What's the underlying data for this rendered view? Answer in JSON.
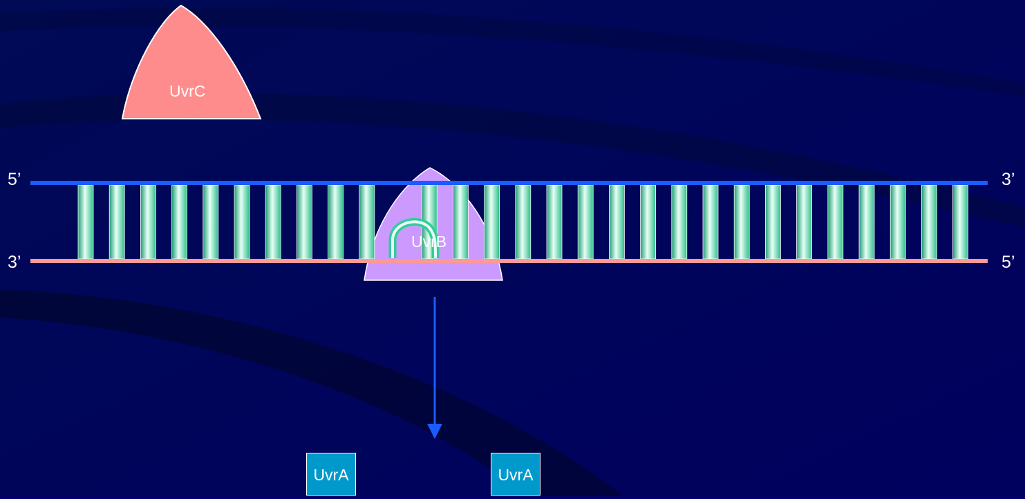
{
  "strand_labels": {
    "top_left": "5’",
    "top_right": "3’",
    "bottom_left": "3’",
    "bottom_right": "5’"
  },
  "proteins": {
    "uvrc": "UvrC",
    "uvrb": "UvrB",
    "uvra_1": "UvrA",
    "uvra_2": "UvrA"
  },
  "colors": {
    "background": "#000066",
    "top_strand": "#1a5cff",
    "bottom_strand": "#ff9999",
    "base_pair": "#33cc99",
    "uvrc": "#ff8c8c",
    "uvrb": "#cc99ff",
    "uvra": "#0099cc",
    "arrow": "#1a5cff"
  },
  "dna": {
    "base_pair_count": 29,
    "damaged_base_pair_index": 10
  }
}
